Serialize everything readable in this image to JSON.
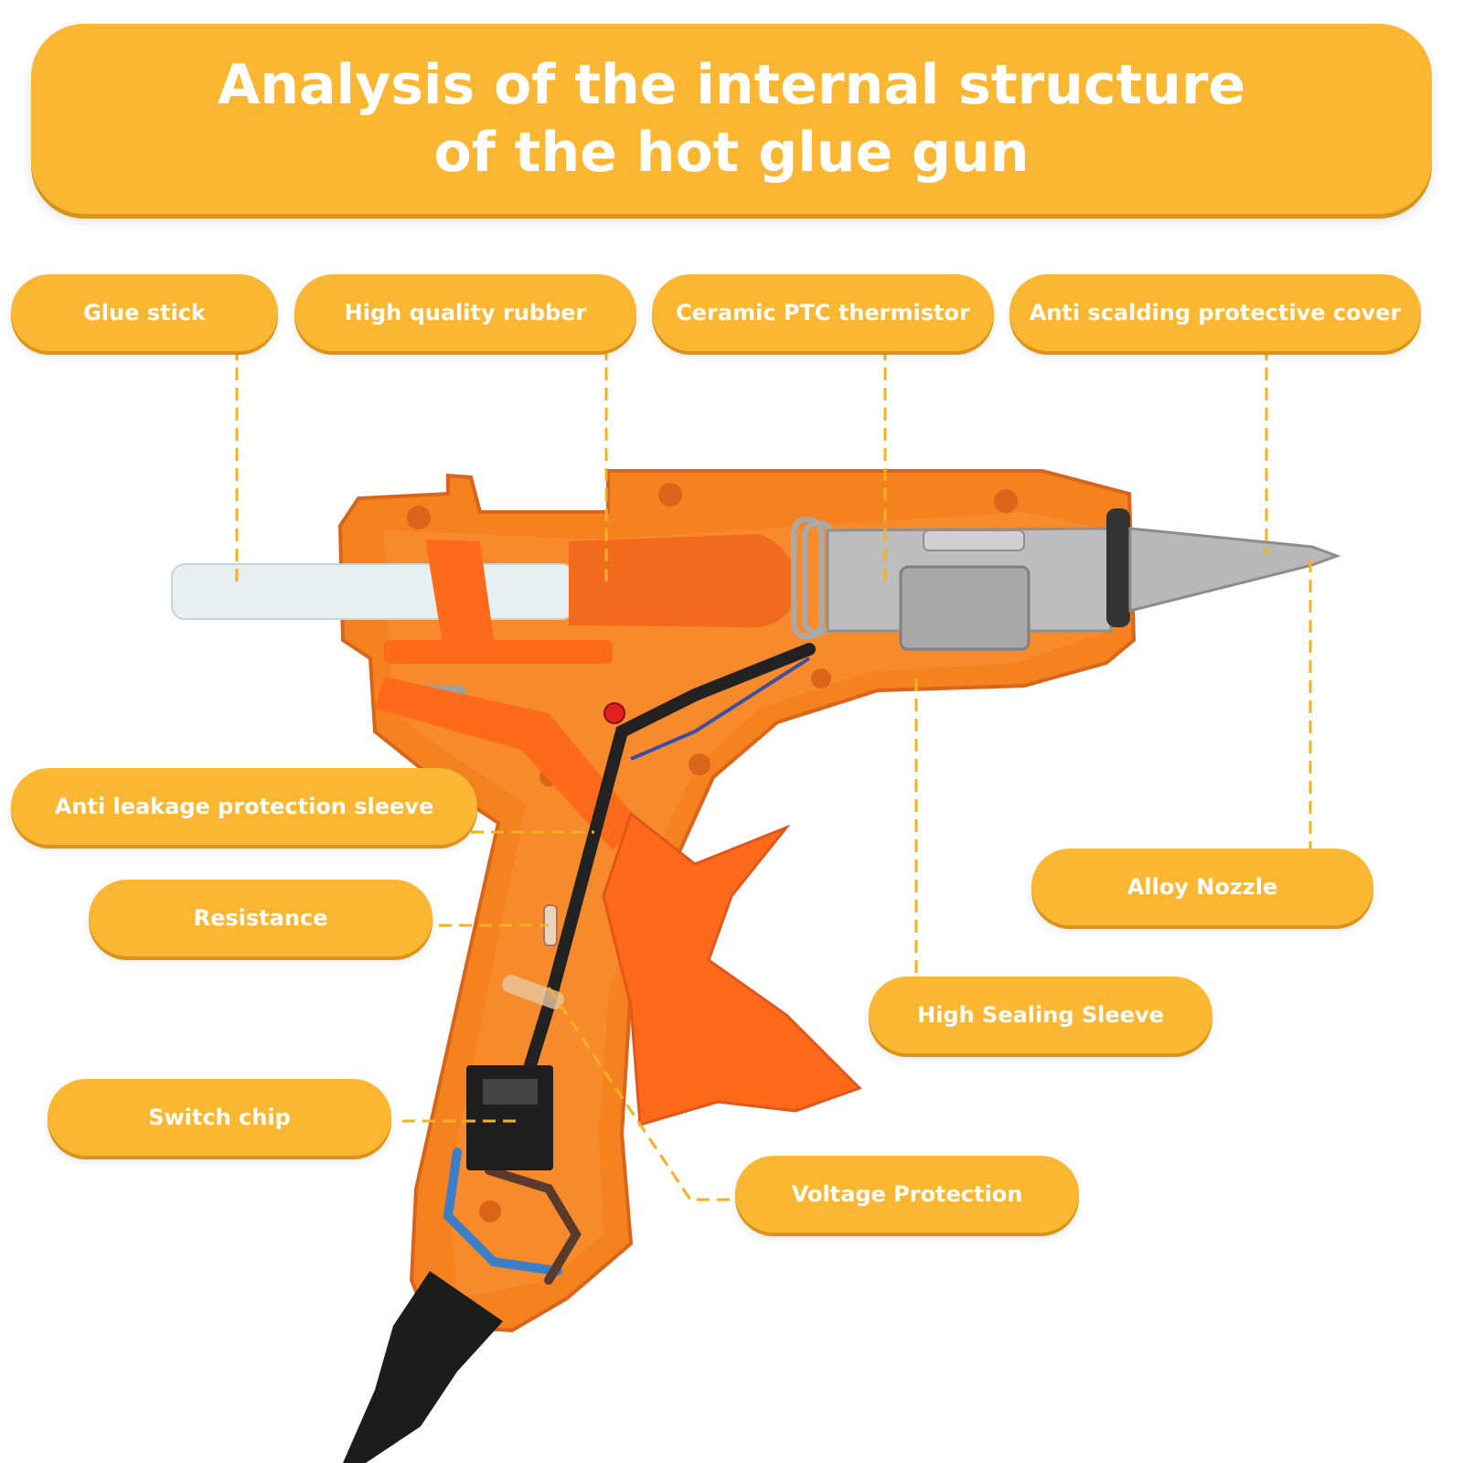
{
  "title": "Analysis of the internal structure of the hot glue gun",
  "labels": {
    "glue_stick": "Glue stick",
    "rubber": "High quality rubber",
    "thermistor": "Ceramic PTC thermistor",
    "cover": "Anti scalding protective cover",
    "leak_sleeve": "Anti leakage protection sleeve",
    "resistance": "Resistance",
    "switch_chip": "Switch chip",
    "nozzle": "Alloy Nozzle",
    "sealing_sleeve": "High Sealing Sleeve",
    "voltage": "Voltage Protection"
  },
  "colors": {
    "accent": "#fbb731",
    "gun_body": "#f5821f",
    "gun_dark": "#d9651a",
    "trigger": "#ff6a1a",
    "metal": "#c0c0c0",
    "glue": "#e6f0f0"
  }
}
